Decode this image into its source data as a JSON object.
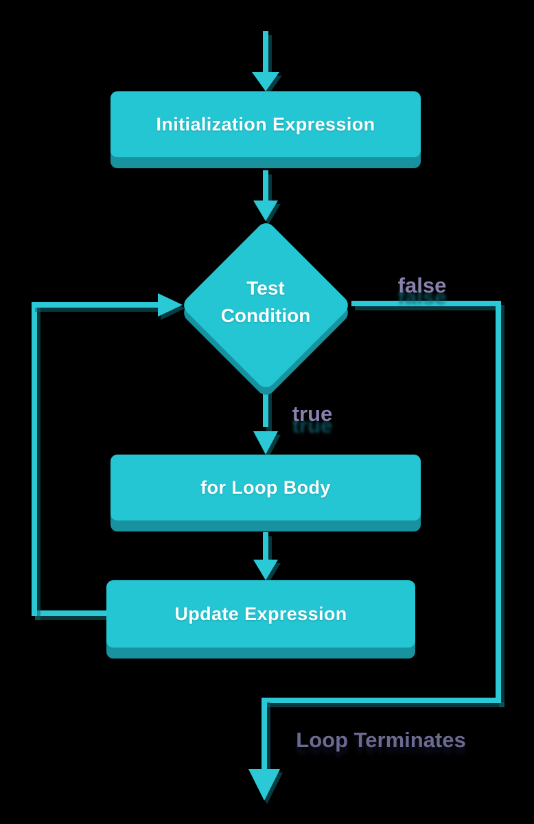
{
  "colors": {
    "background": "#000000",
    "node_fill": "#23c6d2",
    "node_shadow": "#17929e",
    "connector": "#2bc9d6",
    "node_text": "#fcfefe",
    "branch_label": "#8a80ac",
    "terminate_label": "#6b6a90"
  },
  "flowchart": {
    "title": "for loop flowchart",
    "nodes": [
      {
        "id": "init",
        "type": "process",
        "label": "Initialization Expression"
      },
      {
        "id": "test",
        "type": "decision",
        "line1": "Test",
        "line2": "Condition"
      },
      {
        "id": "body",
        "type": "process",
        "label": "for Loop Body"
      },
      {
        "id": "update",
        "type": "process",
        "label": "Update Expression"
      }
    ],
    "edges": [
      {
        "from": "start",
        "to": "init",
        "label": ""
      },
      {
        "from": "init",
        "to": "test",
        "label": ""
      },
      {
        "from": "test",
        "to": "body",
        "label": "true"
      },
      {
        "from": "test",
        "to": "terminate",
        "label": "false"
      },
      {
        "from": "body",
        "to": "update",
        "label": ""
      },
      {
        "from": "update",
        "to": "test",
        "label": ""
      }
    ],
    "branch_labels": {
      "true": "true",
      "false": "false"
    },
    "terminate_label": "Loop Terminates"
  }
}
